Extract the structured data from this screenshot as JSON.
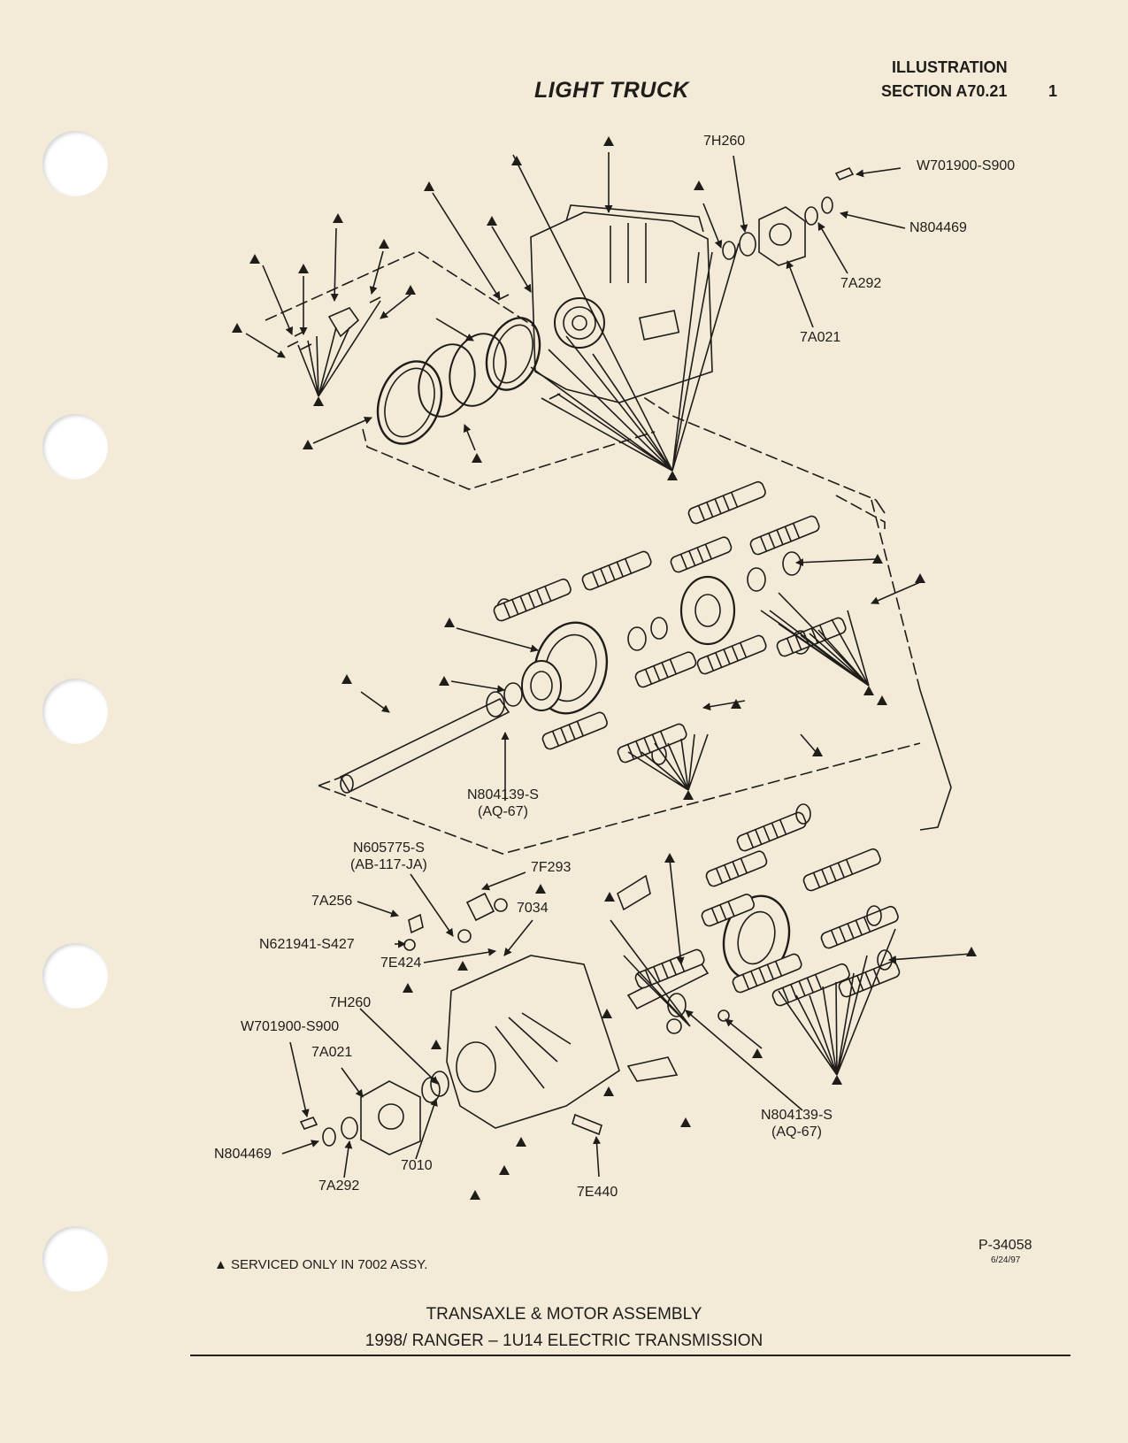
{
  "header": {
    "title": "LIGHT TRUCK",
    "illustration": "ILLUSTRATION",
    "section": "SECTION A70.21",
    "page_number": "1"
  },
  "callouts": {
    "top": {
      "c_7h260": "7H260",
      "c_w701900": "W701900-S900",
      "c_n804469": "N804469",
      "c_7a292": "7A292",
      "c_7a021": "7A021"
    },
    "middle": {
      "c_n804139_line1": "N804139-S",
      "c_n804139_line2": "(AQ-67)"
    },
    "bottom": {
      "c_n605775_line1": "N605775-S",
      "c_n605775_line2": "(AB-117-JA)",
      "c_7f293": "7F293",
      "c_7a256": "7A256",
      "c_7034": "7034",
      "c_n621941": "N621941-S427",
      "c_7e424": "7E424",
      "c_7h260": "7H260",
      "c_w701900": "W701900-S900",
      "c_7a021": "7A021",
      "c_n804469": "N804469",
      "c_7a292": "7A292",
      "c_7010": "7010",
      "c_7e440": "7E440",
      "c_n804139_line1": "N804139-S",
      "c_n804139_line2": "(AQ-67)"
    }
  },
  "legend_note": "▲ SERVICED ONLY IN 7002 ASSY.",
  "part_ref": "P-34058",
  "part_date": "6/24/97",
  "footer": {
    "line1": "TRANSAXLE & MOTOR ASSEMBLY",
    "line2": "1998/ RANGER – 1U14 ELECTRIC TRANSMISSION"
  }
}
